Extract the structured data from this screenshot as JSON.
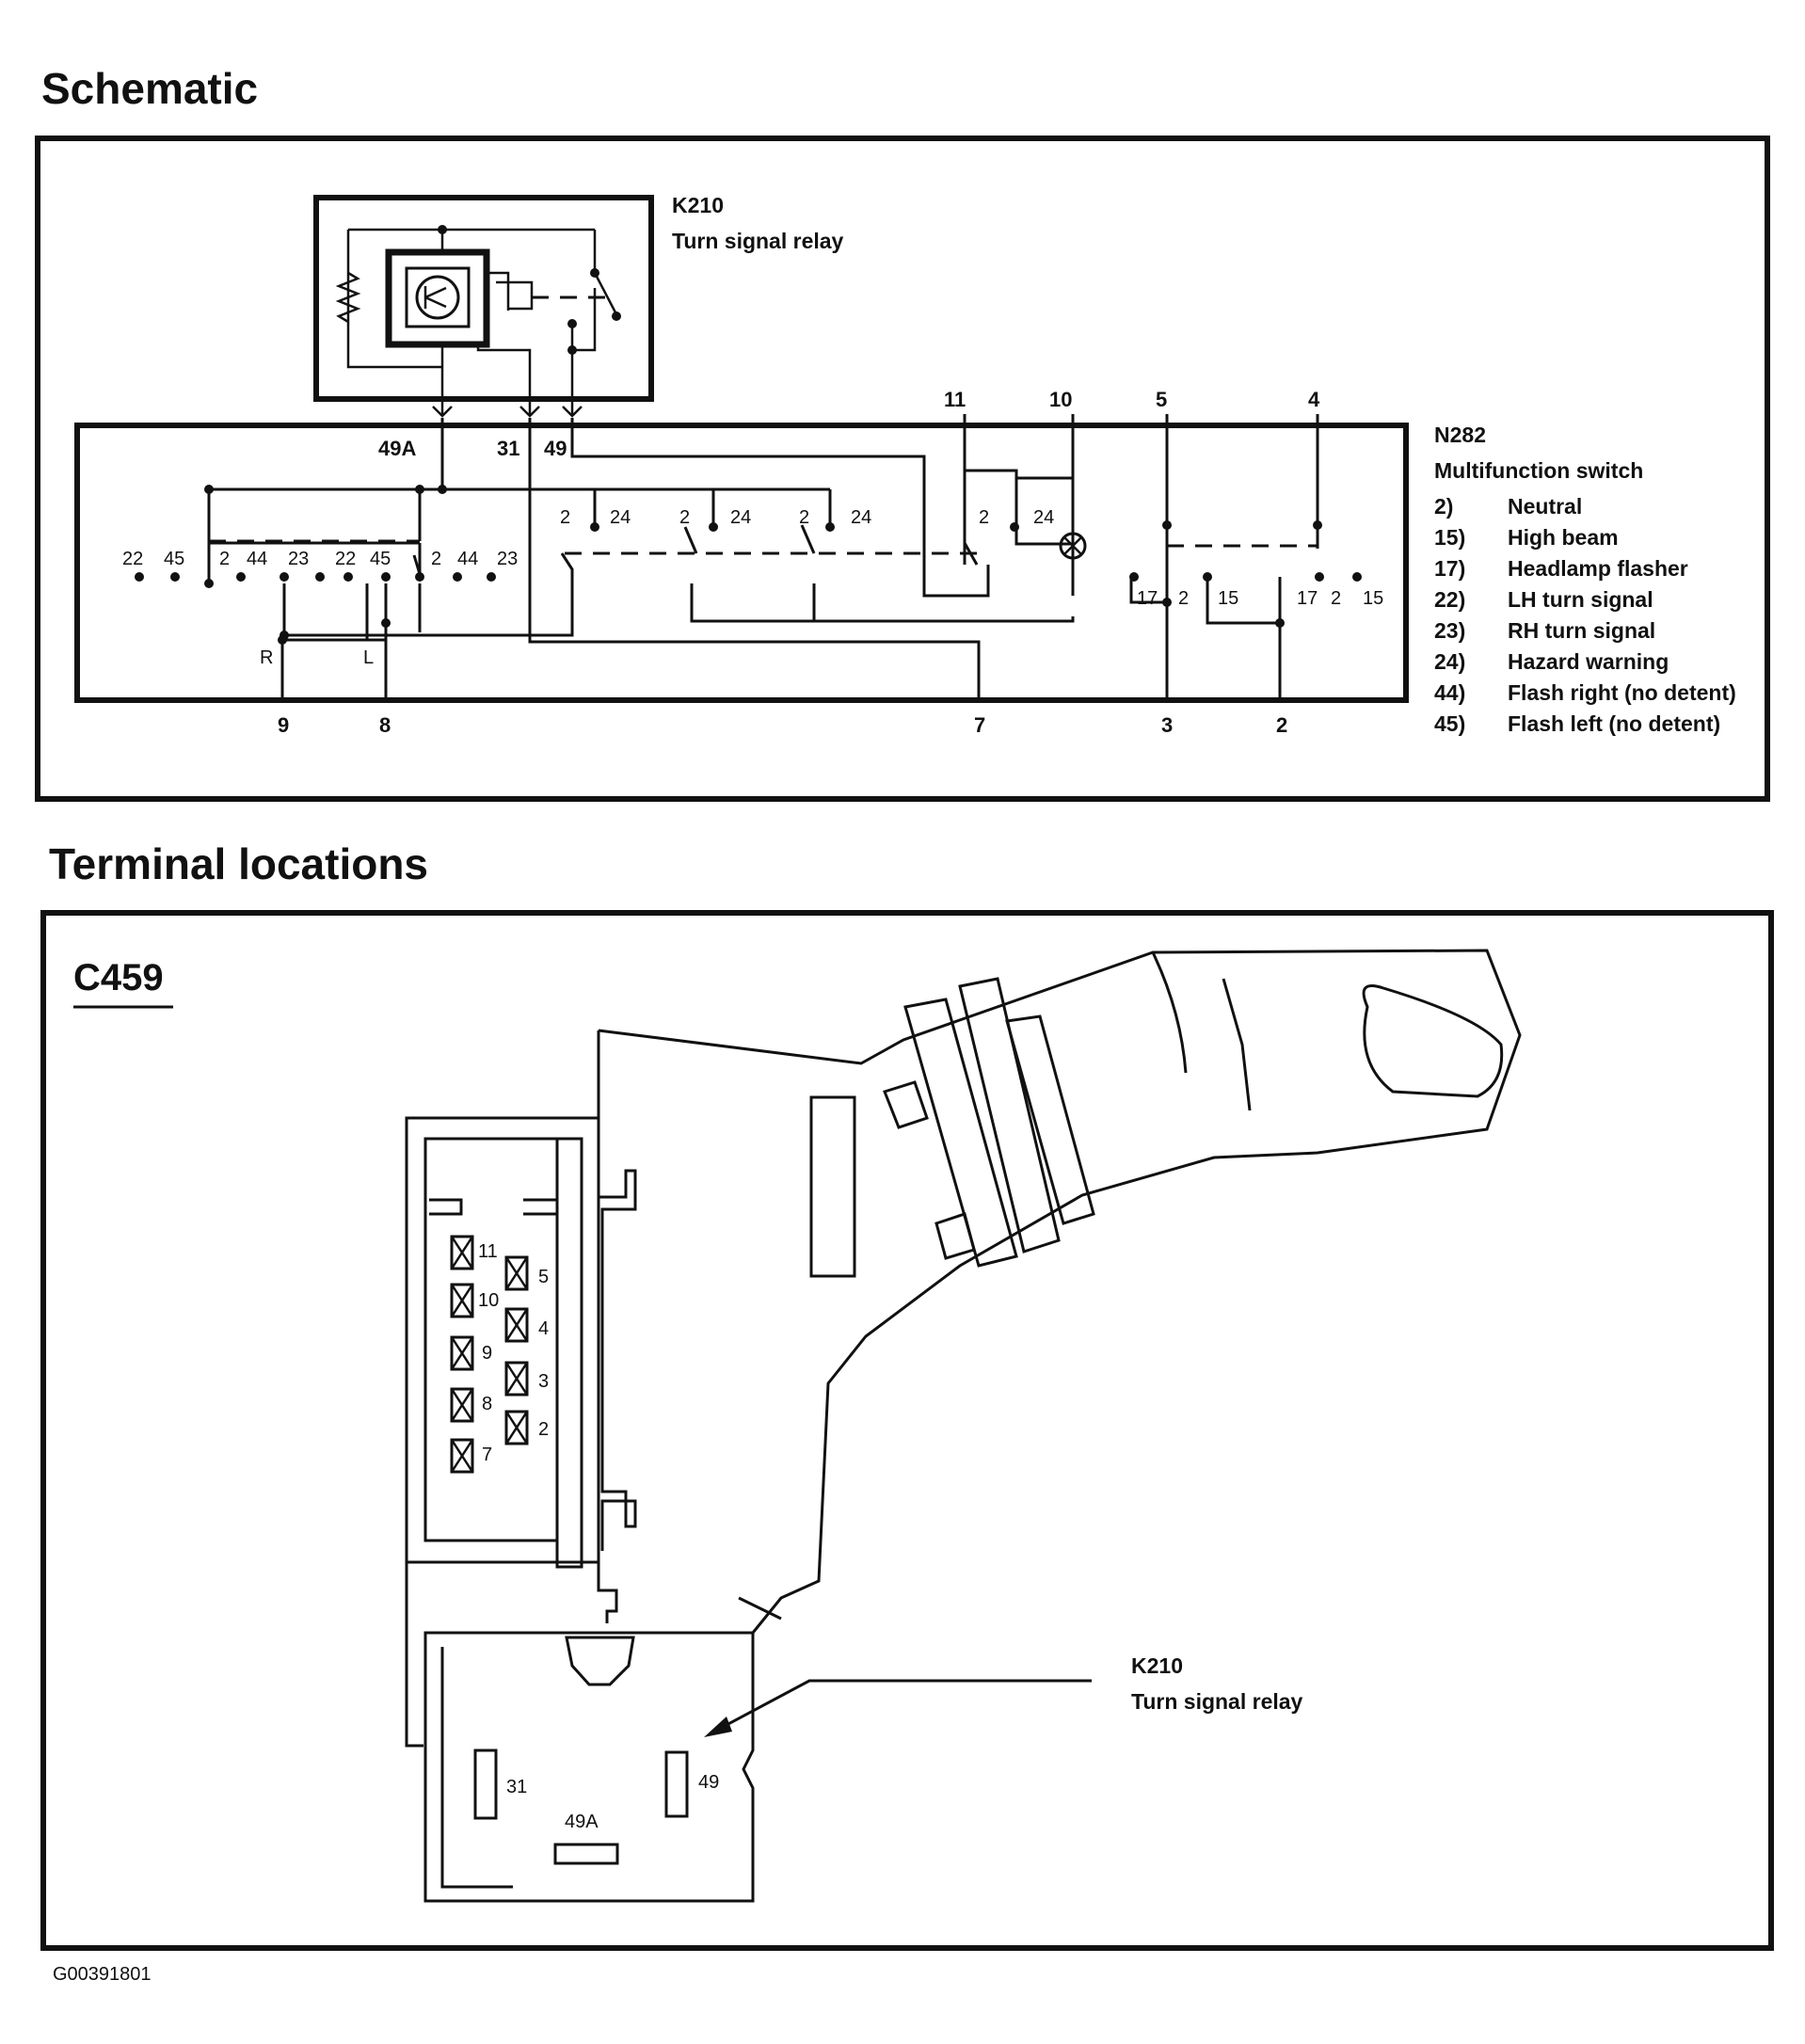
{
  "schematic": {
    "heading": "Schematic",
    "relay": {
      "id": "K210",
      "name": "Turn signal relay"
    },
    "relay_pins": {
      "p49a": "49A",
      "p31": "31",
      "p49": "49"
    },
    "switch": {
      "id": "N282",
      "name": "Multifunction switch"
    },
    "legend": [
      {
        "num": "2)",
        "text": "Neutral"
      },
      {
        "num": "15)",
        "text": "High beam"
      },
      {
        "num": "17)",
        "text": "Headlamp flasher"
      },
      {
        "num": "22)",
        "text": "LH turn signal"
      },
      {
        "num": "23)",
        "text": "RH turn signal"
      },
      {
        "num": "24)",
        "text": "Hazard warning"
      },
      {
        "num": "44)",
        "text": "Flash right (no detent)"
      },
      {
        "num": "45)",
        "text": "Flash left (no detent)"
      }
    ],
    "top_terminals": [
      "11",
      "10",
      "5",
      "4"
    ],
    "bottom_terminals": [
      "9",
      "8",
      "7",
      "3",
      "2"
    ],
    "rl": {
      "r": "R",
      "l": "L"
    },
    "contacts": {
      "c22": "22",
      "c45": "45",
      "c2": "2",
      "c44": "44",
      "c23": "23",
      "c24": "24",
      "c15": "15",
      "c17": "17"
    }
  },
  "terminals": {
    "heading": "Terminal locations",
    "connector": "C459",
    "pins_left": [
      "11",
      "10",
      "9",
      "8",
      "7"
    ],
    "pins_right": [
      "5",
      "4",
      "3",
      "2"
    ],
    "relay": {
      "id": "K210",
      "name": "Turn signal relay"
    },
    "relay_pins": [
      "31",
      "49",
      "49A"
    ]
  },
  "figure_id": "G00391801"
}
